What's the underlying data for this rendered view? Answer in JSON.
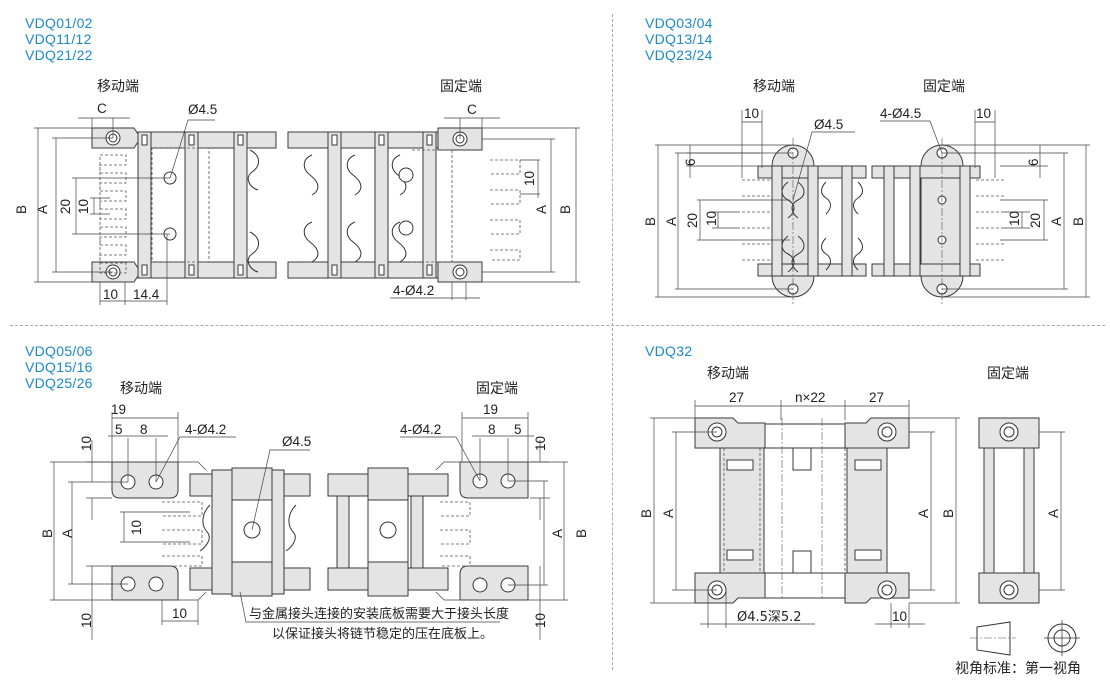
{
  "colors": {
    "model_label": "#1a8ac6",
    "part_fill": "#e4e4e4",
    "line": "#3a3a3a"
  },
  "panels": [
    {
      "id": "top-left",
      "models": [
        "VDQ01/02",
        "VDQ11/12",
        "VDQ21/22"
      ],
      "moving_end_label": "移动端",
      "fixed_end_label": "固定端",
      "dims": {
        "c1": "C",
        "c2": "C",
        "hole_center": "Ø4.5",
        "b1": "B",
        "a1": "A",
        "d20": "20",
        "d10a": "10",
        "d10b": "10",
        "d144": "14.4",
        "a2": "A",
        "b2": "B",
        "d10r": "10",
        "holes": "4-Ø4.2"
      }
    },
    {
      "id": "top-right",
      "models": [
        "VDQ03/04",
        "VDQ13/14",
        "VDQ23/24"
      ],
      "moving_end_label": "移动端",
      "fixed_end_label": "固定端",
      "dims": {
        "d10l": "10",
        "hole_center": "Ø4.5",
        "holes": "4-Ø4.5",
        "d10r": "10",
        "d6l": "6",
        "d6r": "6",
        "b1": "B",
        "a1": "A",
        "d20l": "20",
        "d10ll": "10",
        "d10rr": "10",
        "d20r": "20",
        "a2": "A",
        "b2": "B"
      }
    },
    {
      "id": "bottom-left",
      "models": [
        "VDQ05/06",
        "VDQ15/16",
        "VDQ25/26"
      ],
      "moving_end_label": "移动端",
      "fixed_end_label": "固定端",
      "dims": {
        "d19l": "19",
        "d5l": "5",
        "d8l": "8",
        "holes_l": "4-Ø4.2",
        "hole_center": "Ø4.5",
        "d10tl": "10",
        "bl": "B",
        "al": "A",
        "d10ml": "10",
        "d10bl": "10",
        "d10bottom": "10",
        "d19r": "19",
        "d8r": "8",
        "d5r": "5",
        "holes_r": "4-Ø4.2",
        "d10tr": "10",
        "ar": "A",
        "br": "B",
        "d10br": "10"
      },
      "note_lines": [
        "与金属接头连接的安装底板需要大于接头长度",
        "以保证接头将链节稳定的压在底板上。"
      ]
    },
    {
      "id": "bottom-right",
      "models": [
        "VDQ32"
      ],
      "moving_end_label": "移动端",
      "fixed_end_label": "固定端",
      "dims": {
        "d27l": "27",
        "pitch": "n×22",
        "d27r": "27",
        "bl": "B",
        "al": "A",
        "ar": "A",
        "br": "B",
        "a3": "A",
        "hole": "Ø4.5深5.2",
        "d10": "10"
      }
    }
  ],
  "projection_legend": {
    "label": "视角标准：第一视角",
    "symbol": "first-angle-projection"
  }
}
